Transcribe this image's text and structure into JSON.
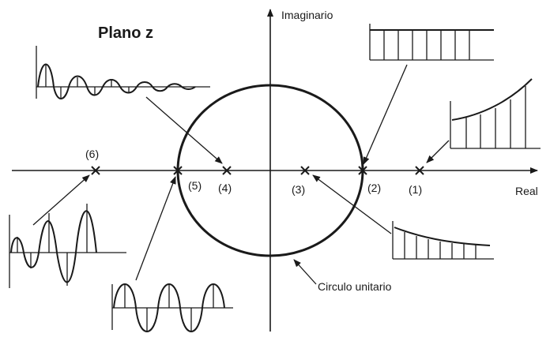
{
  "diagram": {
    "title": "Plano z",
    "imag_axis_label": "Imaginario",
    "real_axis_label": "Real",
    "unit_circle_label": "Circulo unitario",
    "pole_labels": [
      "(1)",
      "(2)",
      "(3)",
      "(4)",
      "(5)",
      "(6)"
    ]
  }
}
